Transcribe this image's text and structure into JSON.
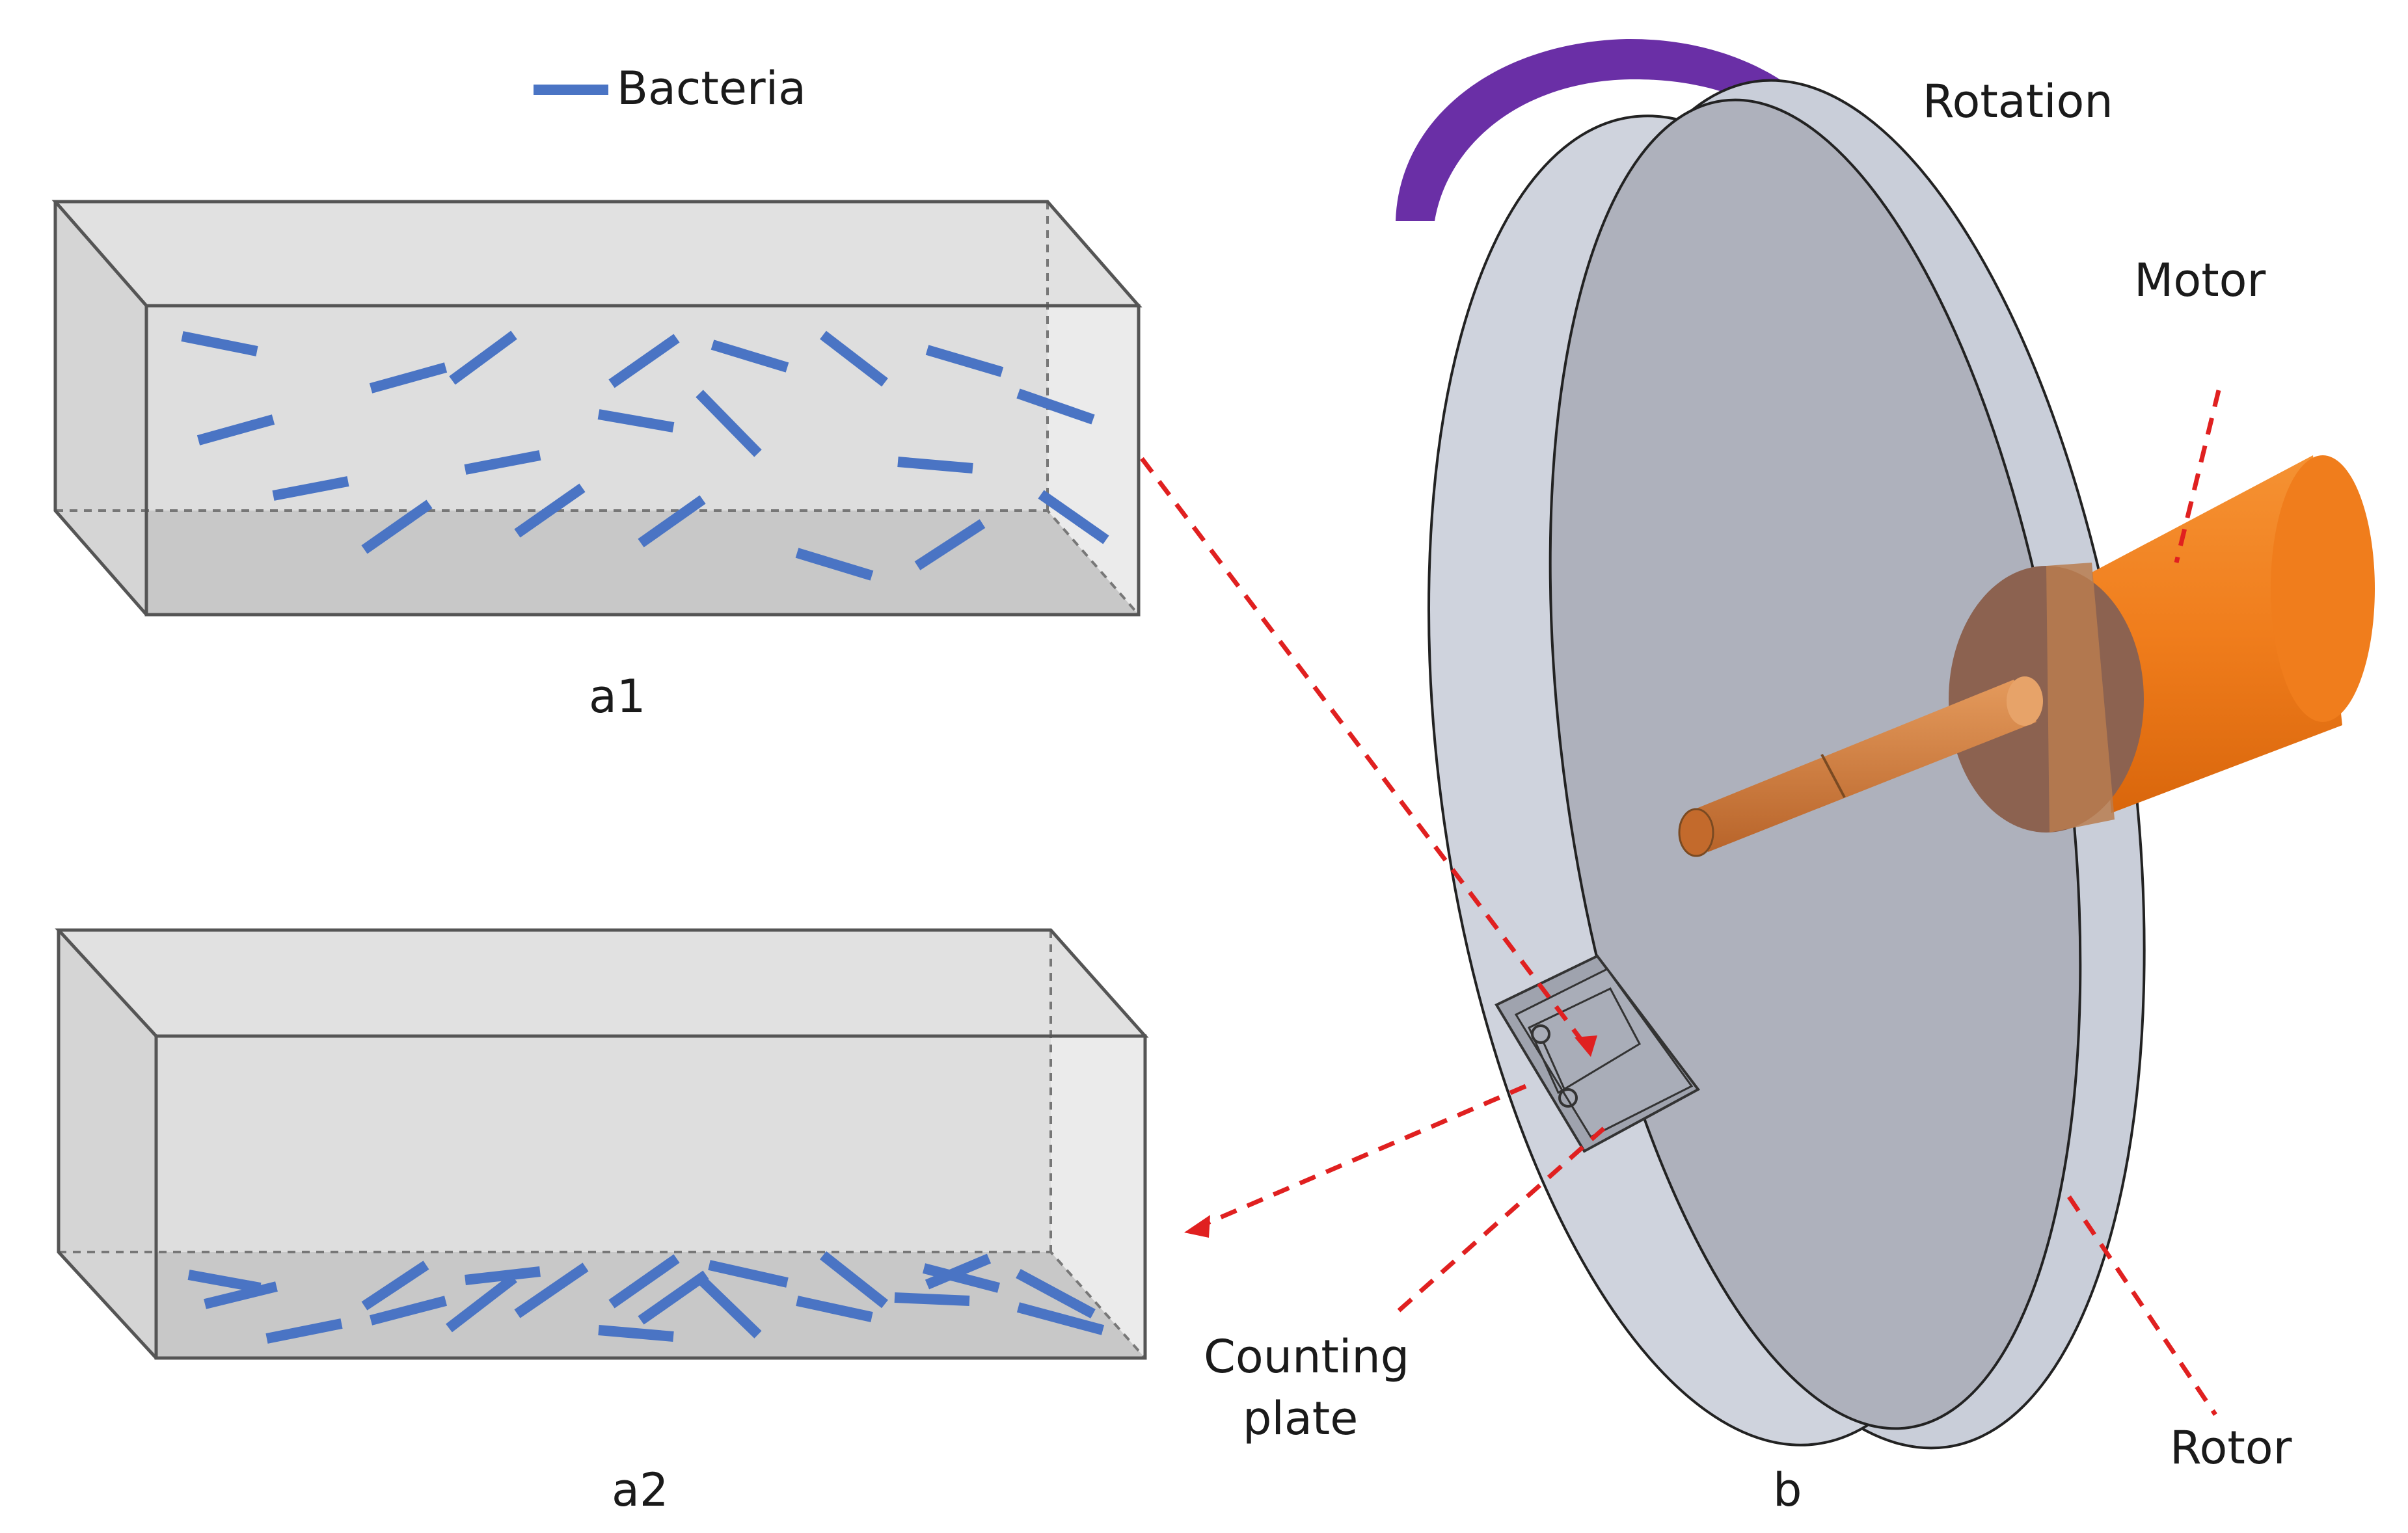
{
  "legend": {
    "bacteria_label": "Bacteria"
  },
  "panels": {
    "a1": "a1",
    "a2": "a2",
    "b": "b"
  },
  "labels": {
    "rotation": "Rotation",
    "motor": "Motor",
    "rotor": "Rotor",
    "counting_plate_line1": "Counting",
    "counting_plate_line2": "plate"
  },
  "colors": {
    "bacteria": "#4a74c4",
    "guide_lines": "#e02020",
    "rotation_arrow": "#6a2fa6",
    "motor": "#f07d1c",
    "disk": "#c9ced9"
  }
}
